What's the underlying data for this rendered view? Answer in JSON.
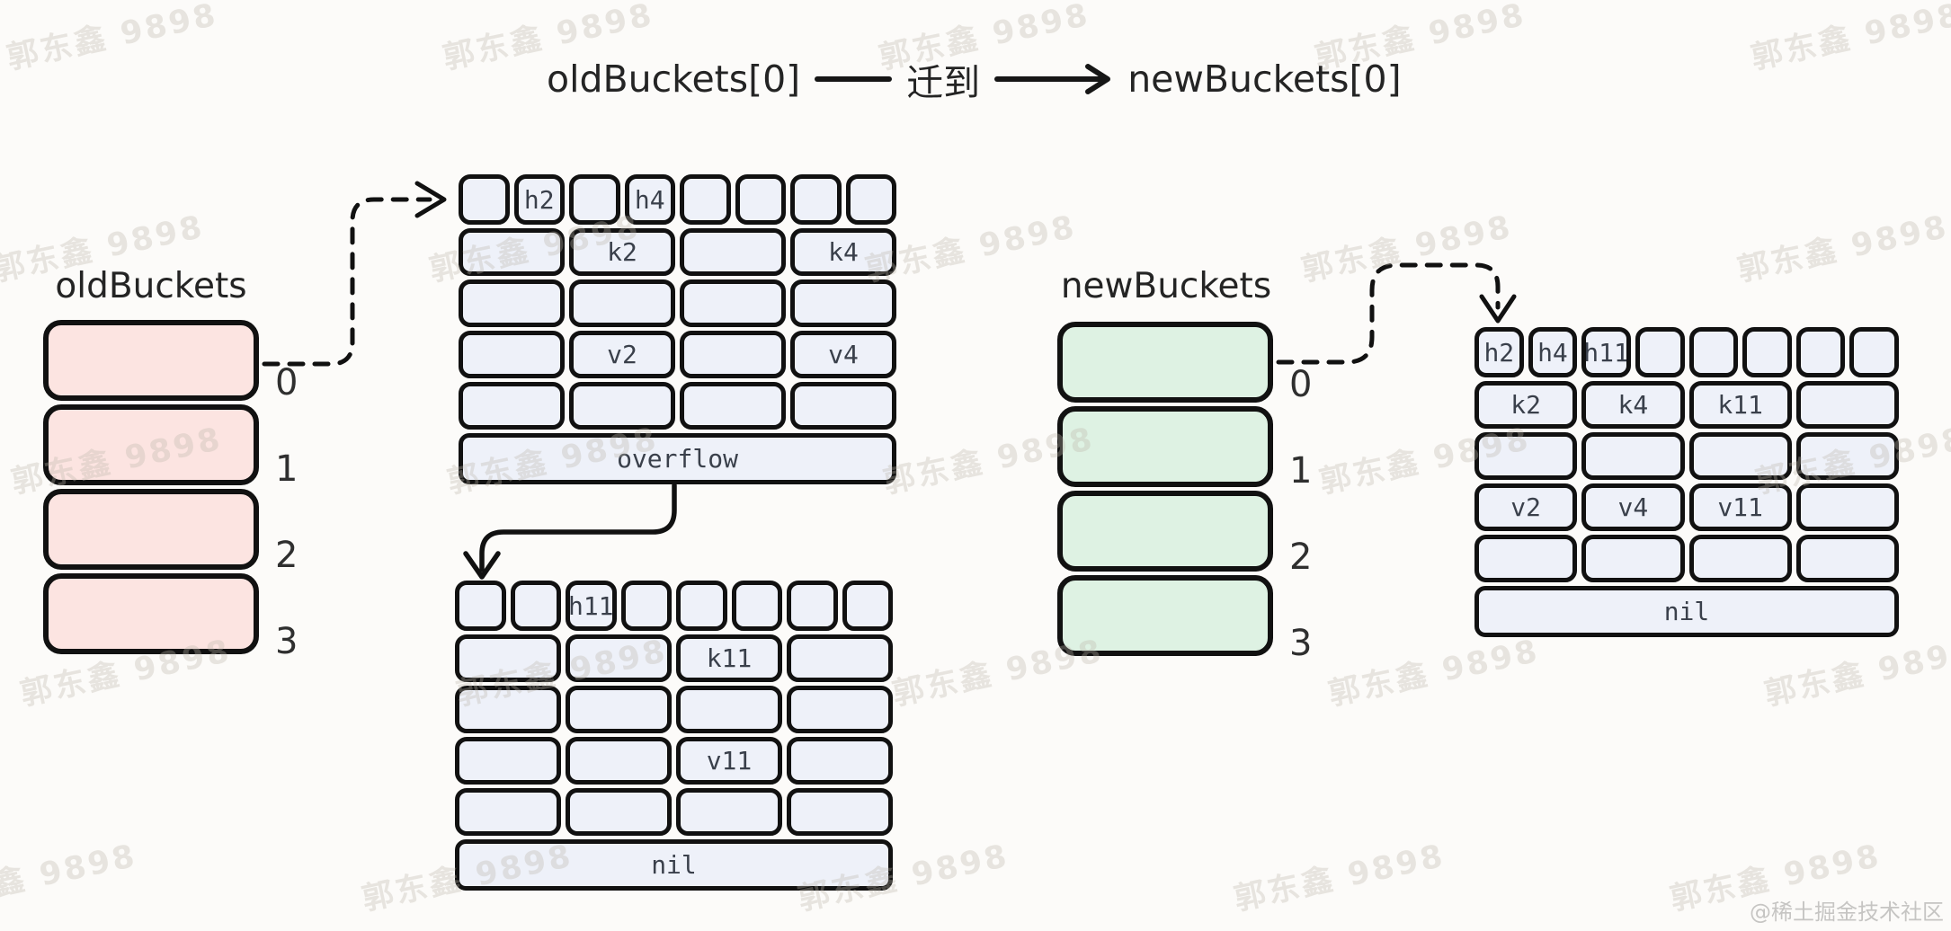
{
  "title": {
    "source": "oldBuckets[0]",
    "action": "迁到",
    "target": "newBuckets[0]"
  },
  "old_buckets": {
    "label": "oldBuckets",
    "indices": [
      "0",
      "1",
      "2",
      "3"
    ]
  },
  "new_buckets": {
    "label": "newBuckets",
    "indices": [
      "0",
      "1",
      "2",
      "3"
    ]
  },
  "bucket_a": {
    "tophash": [
      "",
      "h2",
      "",
      "h4",
      "",
      "",
      "",
      ""
    ],
    "rows": [
      [
        "",
        "k2",
        "",
        "k4"
      ],
      [
        "",
        "",
        "",
        ""
      ],
      [
        "",
        "v2",
        "",
        "v4"
      ],
      [
        "",
        "",
        "",
        ""
      ]
    ],
    "footer": "overflow"
  },
  "bucket_b": {
    "tophash": [
      "",
      "",
      "h11",
      "",
      "",
      "",
      "",
      ""
    ],
    "rows": [
      [
        "",
        "",
        "k11",
        ""
      ],
      [
        "",
        "",
        "",
        ""
      ],
      [
        "",
        "",
        "v11",
        ""
      ],
      [
        "",
        "",
        "",
        ""
      ]
    ],
    "footer": "nil"
  },
  "bucket_c": {
    "tophash": [
      "h2",
      "h4",
      "h11",
      "",
      "",
      "",
      "",
      ""
    ],
    "rows": [
      [
        "k2",
        "k4",
        "k11",
        ""
      ],
      [
        "",
        "",
        "",
        ""
      ],
      [
        "v2",
        "v4",
        "v11",
        ""
      ],
      [
        "",
        "",
        "",
        ""
      ]
    ],
    "footer": "nil"
  },
  "watermark": {
    "text": "郭东鑫 9898"
  },
  "credit": {
    "text": "@稀土掘金技术社区"
  },
  "colors": {
    "old_bucket_fill": "#fce4e1",
    "new_bucket_fill": "#def2e3",
    "cell_fill": "#eef1f9",
    "stroke": "#111111",
    "background": "#fcfbf9",
    "cell_text": "#3a404b",
    "title_text": "#242424",
    "credit": "#c6c5c3"
  }
}
